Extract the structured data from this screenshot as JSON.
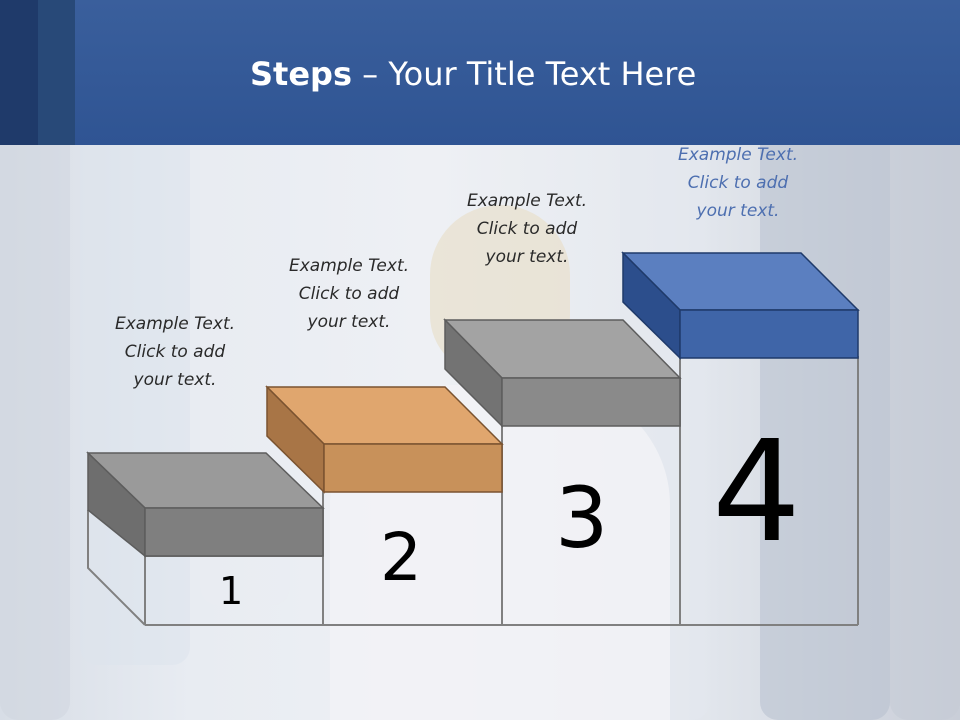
{
  "title": {
    "bold": "Steps",
    "rest": " – Your Title Text Here"
  },
  "steps": [
    {
      "number": "1",
      "line1": "Example Text.",
      "line2": "Click  to add",
      "line3": "your text.",
      "color": "#7f7f7f"
    },
    {
      "number": "2",
      "line1": "Example Text.",
      "line2": "Click  to add",
      "line3": "your text.",
      "color": "#c8915a"
    },
    {
      "number": "3",
      "line1": "Example Text.",
      "line2": "Click  to add",
      "line3": "your text.",
      "color": "#8a8a8a"
    },
    {
      "number": "4",
      "line1": "Example Text.",
      "line2": "Click  to add",
      "line3": "your text.",
      "color": "#3f65a8"
    }
  ],
  "colors": {
    "header": "#2f5493",
    "accent": "#4d6fb0"
  }
}
